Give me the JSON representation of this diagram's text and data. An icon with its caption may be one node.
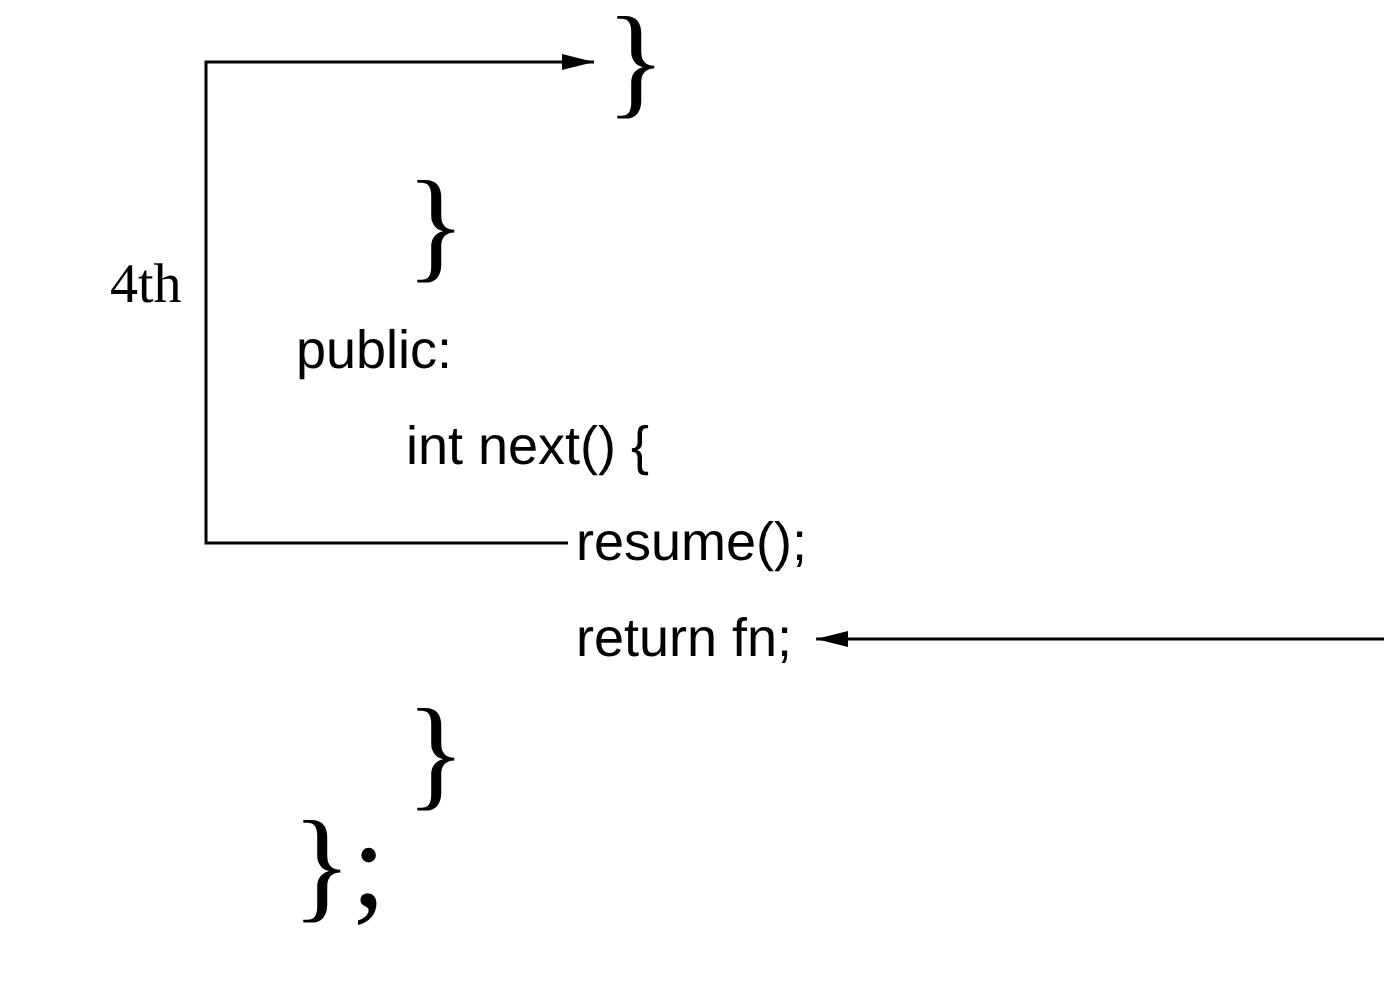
{
  "diagram": {
    "nodes": [
      {
        "text": [
          "}"
        ]
      },
      {
        "text": [
          "resume();"
        ]
      },
      {
        "text": [
          "return fn;"
        ]
      }
    ],
    "edges": [
      {
        "from": 1,
        "to": 0,
        "arrow": "to",
        "label": "4th"
      },
      {
        "from": null,
        "to": 2,
        "arrow": "to"
      }
    ],
    "labels": [
      "}",
      "public:",
      "int next() {",
      "}",
      "};"
    ]
  }
}
